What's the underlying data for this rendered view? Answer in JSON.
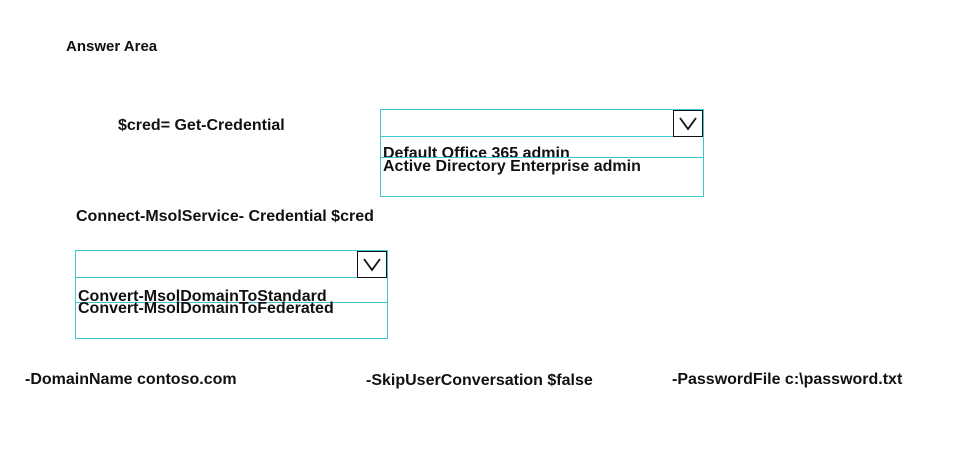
{
  "header": {
    "title": "Answer Area"
  },
  "statements": {
    "cred": "$cred= Get-Credential",
    "connect": "Connect-MsolService- Credential $cred"
  },
  "dropdown1": {
    "options": [
      "Default Office 365 admin",
      "Active Directory Enterprise admin"
    ]
  },
  "dropdown2": {
    "options": [
      "Convert-MsolDomainToStandard",
      "Convert-MsolDomainToFederated"
    ]
  },
  "params": {
    "domain": "-DomainName contoso.com",
    "skip": "-SkipUserConversation $false",
    "password": "-PasswordFile c:\\password.txt"
  },
  "colors": {
    "border_accent": "#3fc6d2",
    "text": "#111111"
  }
}
